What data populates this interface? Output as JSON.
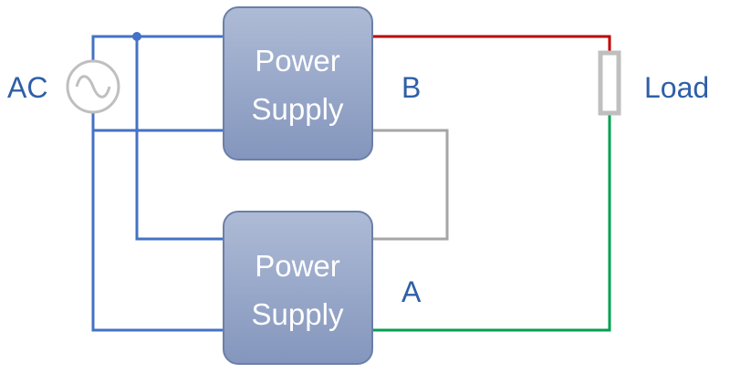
{
  "labels": {
    "ac": "AC",
    "b": "B",
    "a": "A",
    "load": "Load"
  },
  "supplies": [
    {
      "line1": "Power",
      "line2": "Supply"
    },
    {
      "line1": "Power",
      "line2": "Supply"
    }
  ],
  "colors": {
    "ac_wire": "#4472c4",
    "positive_wire": "#c00000",
    "negative_wire": "#00a050",
    "series_link": "#a6a6a6",
    "source_symbol": "#bfbfbf",
    "load_symbol": "#bfbfbf",
    "label_text": "#2e5fa8",
    "box_fill_top": "#aebbd6",
    "box_fill_bottom": "#8496bd",
    "box_border": "#6b7fa6"
  },
  "icons": {
    "source": "ac-source-icon",
    "load": "resistor-icon"
  }
}
